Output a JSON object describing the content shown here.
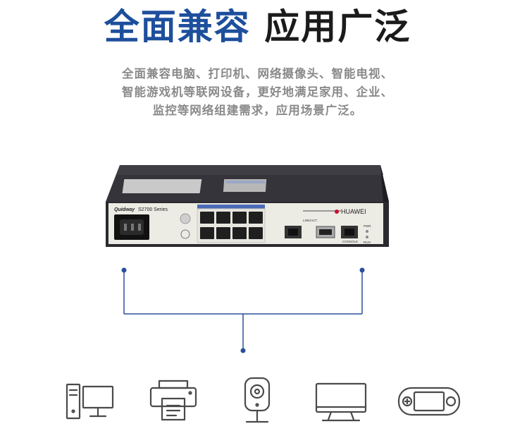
{
  "title": {
    "blue": "全面兼容",
    "dark": "应用广泛"
  },
  "description": {
    "line1": "全面兼容电脑、打印机、网络摄像头、智能电视、",
    "line2": "智能游戏机等联网设备，更好地满足家用、企业、",
    "line3": "监控等网络组建需求，应用场景广泛。"
  },
  "device": {
    "model_brand": "Quidway",
    "model_series": "S2700 Series",
    "brand": "HUAWEI",
    "port_label_link": "LINK/ACT",
    "port_label_console": "CONSOLE",
    "led_pwr": "PWR",
    "led_run": "RUN",
    "colors": {
      "body": "#2a2a2f",
      "panel": "#ecebe4",
      "accent": "#2a4f9c"
    }
  },
  "icons": [
    "desktop-computer-icon",
    "printer-icon",
    "webcam-icon",
    "monitor-icon",
    "game-console-icon"
  ],
  "colors": {
    "title_blue": "#1d4f9c",
    "title_dark": "#1b1b1b",
    "text_gray": "#8a8a8a",
    "line_blue": "#2a4f9c",
    "icon_gray": "#4a4a4a"
  }
}
